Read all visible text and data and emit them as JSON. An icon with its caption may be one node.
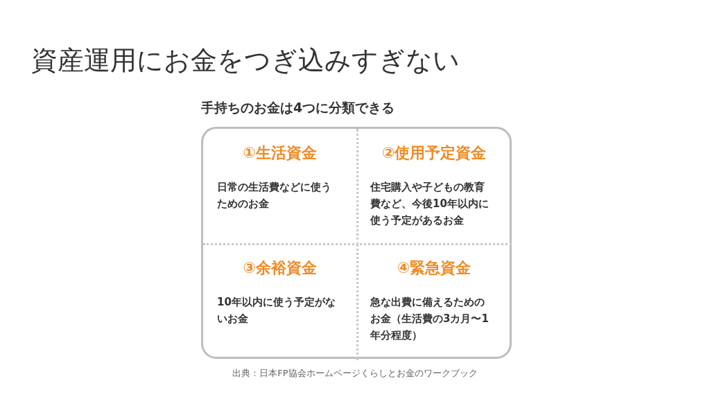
{
  "diagram": {
    "title": "資産運用にお金をつぎ込みすぎない",
    "caption": "出典：日本FP協会ホームページくらしとお金のワークブック",
    "nodes": [
      {
        "text": [
          "手持ちのお金は4つに分類できる"
        ]
      },
      {
        "text": [
          "①生活資金",
          "日常の生活費などに使うためのお金"
        ],
        "in": 0
      },
      {
        "text": [
          "②使用予定資金",
          "住宅購入や子どもの教育費など、今後10年以内に使う予定があるお金"
        ],
        "in": 0
      },
      {
        "text": [
          "③余裕資金",
          "10年以内に使う予定がないお金"
        ],
        "in": 0
      },
      {
        "text": [
          "④緊急資金",
          "急な出費に備えるためのお金（生活費の3カ月〜1年分程度）"
        ],
        "in": 0
      }
    ],
    "edges": []
  }
}
